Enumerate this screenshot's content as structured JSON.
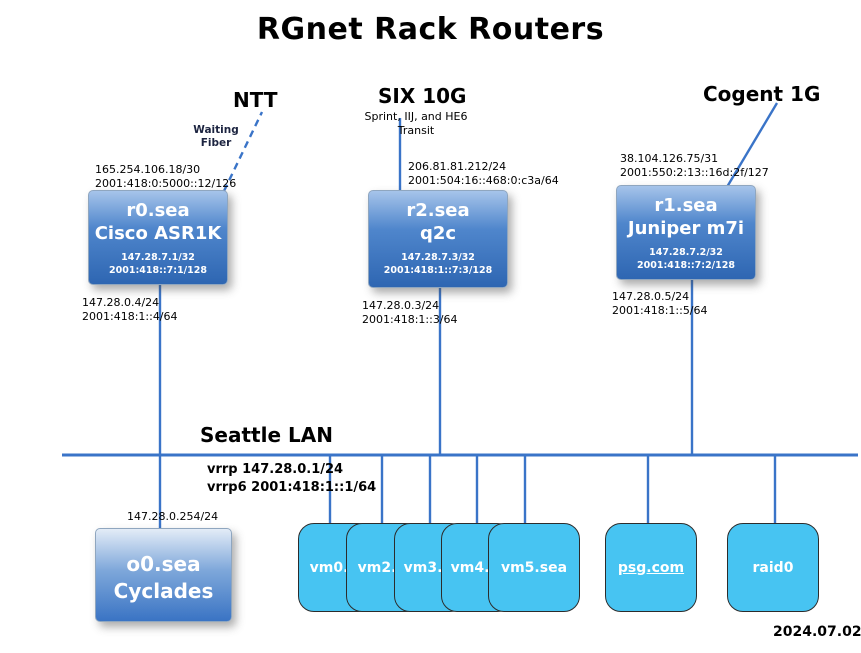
{
  "title": "RGnet Rack Routers",
  "uplinks": {
    "ntt": {
      "label": "NTT",
      "note": "Waiting\nFiber"
    },
    "six": {
      "label": "SIX 10G",
      "sub": "Sprint, IIJ, and HE6\nTransit"
    },
    "cogent": {
      "label": "Cogent 1G"
    }
  },
  "routers": [
    {
      "name": "r0.sea",
      "model": "Cisco ASR1K",
      "loopback_v4": "147.28.7.1/32",
      "loopback_v6": "2001:418::7:1/128",
      "uplink_v4": "165.254.106.18/30",
      "uplink_v6": "2001:418:0:5000::12/126",
      "lan_v4": "147.28.0.4/24",
      "lan_v6": "2001:418:1::4/64"
    },
    {
      "name": "r2.sea",
      "model": "q2c",
      "loopback_v4": "147.28.7.3/32",
      "loopback_v6": "2001:418:1::7:3/128",
      "uplink_v4": "206.81.81.212/24",
      "uplink_v6": "2001:504:16::468:0:c3a/64",
      "lan_v4": "147.28.0.3/24",
      "lan_v6": "2001:418:1::3/64"
    },
    {
      "name": "r1.sea",
      "model": "Juniper m7i",
      "loopback_v4": "147.28.7.2/32",
      "loopback_v6": "2001:418::7:2/128",
      "uplink_v4": "38.104.126.75/31",
      "uplink_v6": "2001:550:2:13::16d:2f/127",
      "lan_v4": "147.28.0.5/24",
      "lan_v6": "2001:418:1::5/64"
    }
  ],
  "lan": {
    "label": "Seattle LAN",
    "vrrp": "vrrp 147.28.0.1/24\nvrrp6 2001:418:1::1/64"
  },
  "console": {
    "ip": "147.28.0.254/24",
    "name": "o0.sea",
    "model": "Cyclades"
  },
  "hosts": [
    "vm0.",
    "vm2.",
    "vm3.",
    "vm4.",
    "vm5.sea",
    "psg.com",
    "raid0"
  ],
  "date": "2024.07.02",
  "colors": {
    "line": "#3a74c8",
    "host_fill": "#47c4f2",
    "router_fill": "#2e66b2"
  }
}
